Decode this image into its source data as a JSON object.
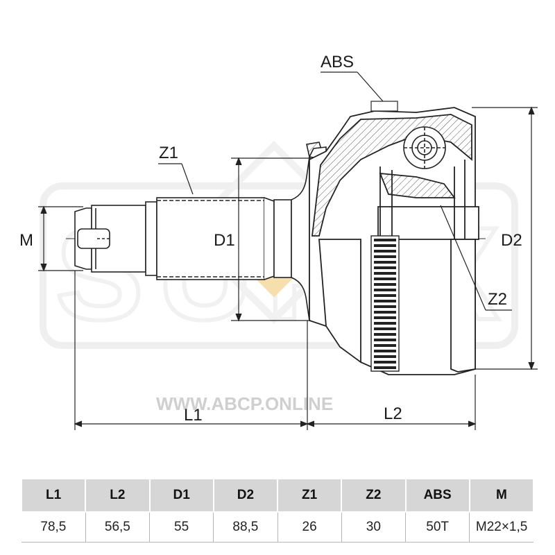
{
  "labels": {
    "abs": "ABS",
    "z1": "Z1",
    "z2": "Z2",
    "m": "M",
    "d1": "D1",
    "d2": "D2",
    "l1": "L1",
    "l2": "L2"
  },
  "watermark": {
    "brand": "SUFIX",
    "url": "WWW.ABCP.ONLINE",
    "accent_color": "#f2c66b"
  },
  "specs": {
    "headers": [
      "L1",
      "L2",
      "D1",
      "D2",
      "Z1",
      "Z2",
      "ABS",
      "M"
    ],
    "values": [
      "78,5",
      "56,5",
      "55",
      "88,5",
      "26",
      "30",
      "50T",
      "M22×1,5"
    ]
  }
}
